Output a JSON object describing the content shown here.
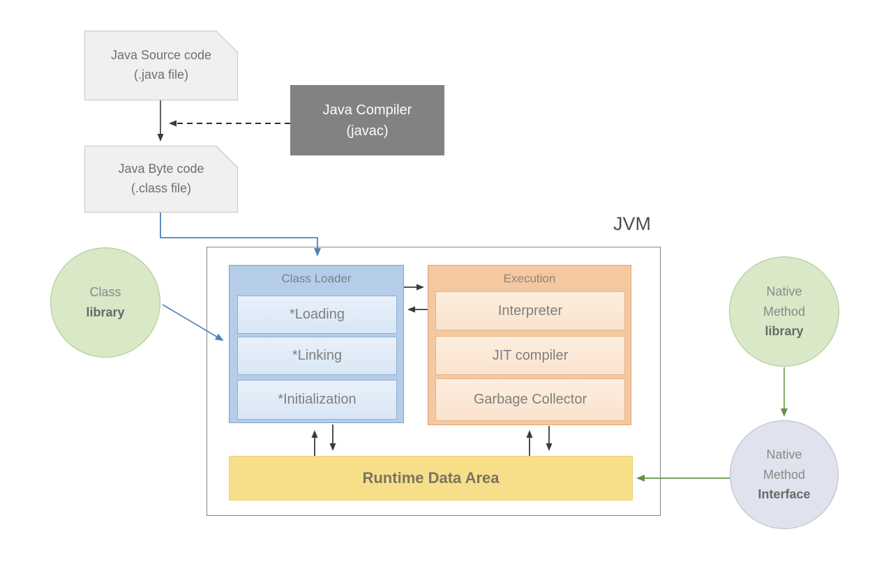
{
  "nodes": {
    "java_source": {
      "line1": "Java Source code",
      "line2": "(.java file)"
    },
    "java_compiler": {
      "line1": "Java Compiler",
      "line2": "(javac)"
    },
    "java_bytecode": {
      "line1": "Java Byte code",
      "line2": "(.class file)"
    },
    "class_library": {
      "line1": "Class",
      "line2": "library"
    },
    "native_method_library": {
      "line1": "Native",
      "line2": "Method",
      "line3": "library"
    },
    "native_method_interface": {
      "line1": "Native",
      "line2": "Method",
      "line3": "Interface"
    }
  },
  "jvm": {
    "label": "JVM",
    "class_loader": {
      "title": "Class Loader",
      "steps": [
        "*Loading",
        "*Linking",
        "*Initialization"
      ]
    },
    "execution": {
      "title": "Execution",
      "components": [
        "Interpreter",
        "JIT compiler",
        "Garbage Collector"
      ]
    },
    "runtime_data_area": {
      "label": "Runtime Data Area"
    }
  },
  "edges": [
    {
      "from": "java_source",
      "to": "java_bytecode",
      "style": "solid-black"
    },
    {
      "from": "java_compiler",
      "to": "source-bytecode-arrow",
      "style": "dashed-black"
    },
    {
      "from": "java_bytecode",
      "to": "class_loader",
      "style": "solid-blue-elbow"
    },
    {
      "from": "class_library",
      "to": "class_loader",
      "style": "solid-blue"
    },
    {
      "from": "class_loader",
      "to": "execution",
      "style": "solid-black"
    },
    {
      "from": "execution",
      "to": "class_loader",
      "style": "solid-black"
    },
    {
      "from": "runtime_data_area",
      "to": "class_loader",
      "style": "solid-black"
    },
    {
      "from": "class_loader",
      "to": "runtime_data_area",
      "style": "solid-black"
    },
    {
      "from": "runtime_data_area",
      "to": "execution",
      "style": "solid-black"
    },
    {
      "from": "execution",
      "to": "runtime_data_area",
      "style": "solid-black"
    },
    {
      "from": "native_method_library",
      "to": "native_method_interface",
      "style": "solid-green"
    },
    {
      "from": "native_method_interface",
      "to": "runtime_data_area",
      "style": "solid-green"
    }
  ],
  "colors": {
    "jvm_border": "#848484",
    "class_loader_fill": "#b5cde9",
    "class_loader_row_fill": "#dde9f6",
    "execution_fill": "#f5c8a0",
    "execution_row_fill": "#fbe5d3",
    "runtime_fill": "#f7df8a",
    "library_circle_fill": "#d9e8c6",
    "interface_circle_fill": "#e0e2ed",
    "compiler_fill": "#828282",
    "file_node_fill": "#f0f0f0",
    "blue_arrow": "#4e81bd",
    "green_arrow": "#5f9645",
    "black_arrow": "#3b3b3b"
  }
}
